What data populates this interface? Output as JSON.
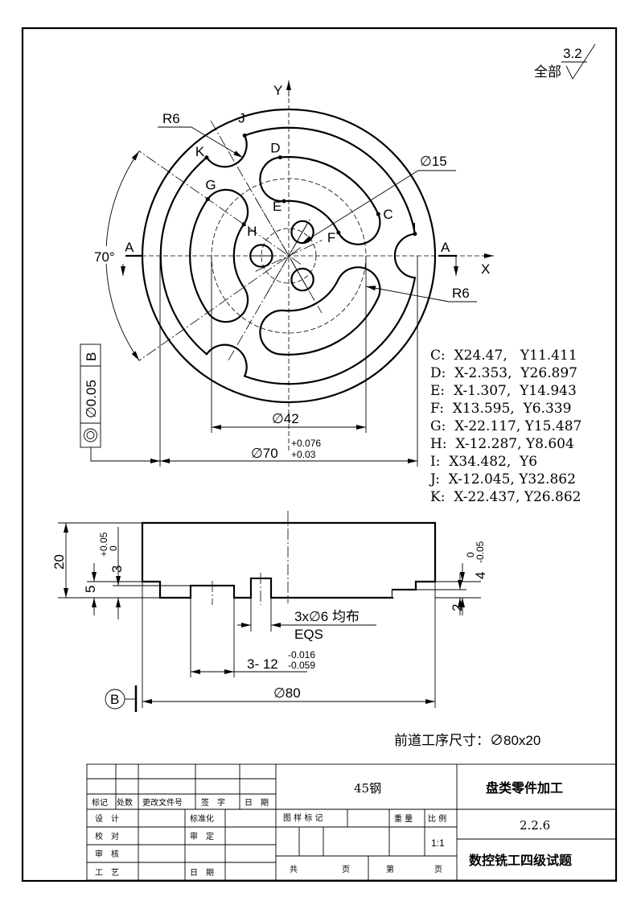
{
  "roughness": {
    "value": "3.2",
    "scope": "全部"
  },
  "top_view": {
    "axis_x": "X",
    "axis_y": "Y",
    "section_mark": "A",
    "angle": "70°",
    "r6_upper": "R6",
    "r6_lower": "R6",
    "dia15": "∅15",
    "dia42": "∅42",
    "dia70": "∅70",
    "dia70_tol_upper": "+0.076",
    "dia70_tol_lower": "+0.03",
    "points": [
      "C",
      "D",
      "E",
      "F",
      "G",
      "H",
      "I",
      "J",
      "K"
    ],
    "datum_frame": {
      "symbol": "◎",
      "tolerance": "∅0.05",
      "datum": "B"
    }
  },
  "coordinates": [
    "C:  X24.47,   Y11.411",
    "D:  X-2.353,  Y26.897",
    "E:  X-1.307,  Y14.943",
    "F:  X13.595,  Y6.339",
    "G:  X-22.117, Y15.487",
    "H:  X-12.287, Y8.604",
    "I:  X34.482,  Y6",
    "J:  X-12.045, Y32.862",
    "K:  X-22.437, Y26.862"
  ],
  "section_view": {
    "height": "20",
    "depth3": "3",
    "depth3_tol_upper": "+0.05",
    "depth3_tol_lower": "0",
    "depth5": "5",
    "step4": "4",
    "step4_tol_upper": "0",
    "step4_tol_lower": "-0.05",
    "step2": "2",
    "holes": "3x∅6 均布",
    "holes_eqs": "EQS",
    "slot": "3- 12",
    "slot_tol_upper": "-0.016",
    "slot_tol_lower": "-0.059",
    "dia80": "∅80",
    "datum": "B"
  },
  "prior_process": "前道工序尺寸：∅80x20",
  "title_block": {
    "material": "45钢",
    "part_name": "盘类零件加工",
    "drawing_no": "2.2.6",
    "exam_title": "数控铣工四级试题",
    "scale": "1:1",
    "headers": [
      "标记",
      "处数",
      "更改文件号",
      "签　字",
      "日　期"
    ],
    "design": "设　计",
    "check": "校　对",
    "review": "审　核",
    "process": "工　艺",
    "standard": "标准化",
    "approve": "审　定",
    "date": "日　期",
    "pattern_mark": "图 样 标 记",
    "weight": "重 量",
    "ratio": "比 例",
    "total": "共",
    "page": "页",
    "number": "第",
    "page2": "页"
  }
}
